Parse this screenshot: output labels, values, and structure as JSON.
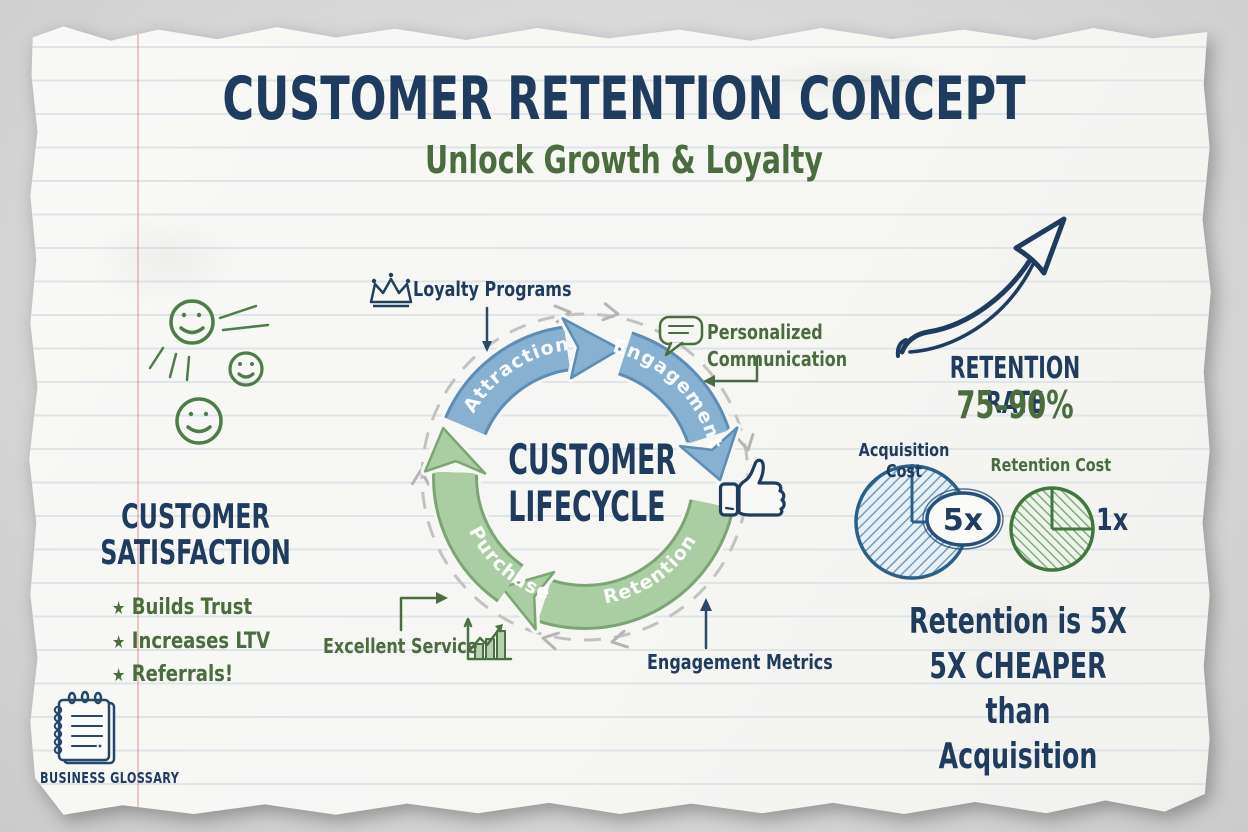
{
  "page": {
    "title": "CUSTOMER RETENTION CONCEPT",
    "subtitle": "Unlock Growth & Loyalty"
  },
  "lifecycle": {
    "center_line1": "CUSTOMER",
    "center_line2": "LIFECYCLE",
    "stages": [
      {
        "label": "Attraction",
        "color": "blue"
      },
      {
        "label": "Engagement",
        "color": "blue"
      },
      {
        "label": "Retention",
        "color": "green"
      },
      {
        "label": "Purchase",
        "color": "green"
      }
    ],
    "flow": "clockwise"
  },
  "callouts": {
    "loyalty_programs": "Loyalty Programs",
    "personalized_line1": "Personalized",
    "personalized_line2": "Communication",
    "excellent_service": "Excellent Service",
    "engagement_metrics": "Engagement Metrics"
  },
  "satisfaction": {
    "heading_line1": "CUSTOMER",
    "heading_line2": "SATISFACTION",
    "bullet_marker": "★",
    "bullets": [
      "Builds Trust",
      "Increases LTV",
      "Referrals!"
    ]
  },
  "retention_rate": {
    "label": "RETENTION RATE",
    "value": "75–90%"
  },
  "cost_comparison": {
    "acquisition_label": "Acquisition Cost",
    "acquisition_multiplier": "5x",
    "retention_label": "Retention Cost",
    "retention_multiplier": "1x"
  },
  "conclusion": {
    "line1": "Retention is 5X",
    "line2": "5X CHEAPER",
    "line3": "than Acquisition"
  },
  "brand": {
    "name": "BUSINESS GLOSSARY"
  },
  "colors": {
    "navy": "#1f3b5e",
    "green_text": "#4a6c3e",
    "blue_band": "#87b0d1",
    "blue_band_edge": "#5d8cb4",
    "green_band": "#abcda4",
    "green_band_edge": "#7ba573",
    "gray_sketch": "#bdbdbd",
    "paper": "#f6f6f4",
    "background": "#d6d6d6",
    "rule_line": "#dfe4e9",
    "margin_line": "#d68787"
  }
}
